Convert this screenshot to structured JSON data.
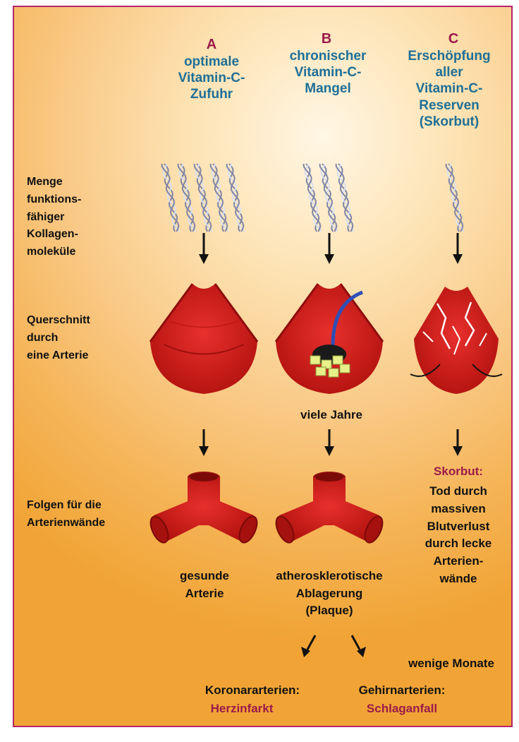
{
  "columns": [
    {
      "letter": "A",
      "title": "optimale\nVitamin-C-\nZufuhr"
    },
    {
      "letter": "B",
      "title": "chronischer\nVitamin-C-\nMangel"
    },
    {
      "letter": "C",
      "title": "Erschöpfung\naller\nVitamin-C-\nReserven\n(Skorbut)"
    }
  ],
  "rows": {
    "collagen": "Menge\nfunktions-\nfähiger\nKollagen-\nmoleküle",
    "cross_section": "Querschnitt\ndurch\neine Arterie",
    "consequences": "Folgen für die\nArterienwände"
  },
  "time_b": "viele Jahre",
  "outcomes": {
    "a": "gesunde\nArterie",
    "b": "atherosklerotische\nAblagerung\n(Plaque)",
    "c_title": "Skorbut:",
    "c_text": "Tod durch\nmassiven\nBlutverlust\ndurch lecke\nArterien-\nwände",
    "time_c": "wenige Monate"
  },
  "bottom": {
    "left_label": "Koronararterien:",
    "left_result": "Herzinfarkt",
    "right_label": "Gehirnarterien:",
    "right_result": "Schlaganfall"
  },
  "colors": {
    "frame": "#b5256b",
    "artery": "#d21d1d",
    "letter": "#9b1a4a",
    "title": "#1f6f96",
    "plaque": "#e8f08a"
  }
}
